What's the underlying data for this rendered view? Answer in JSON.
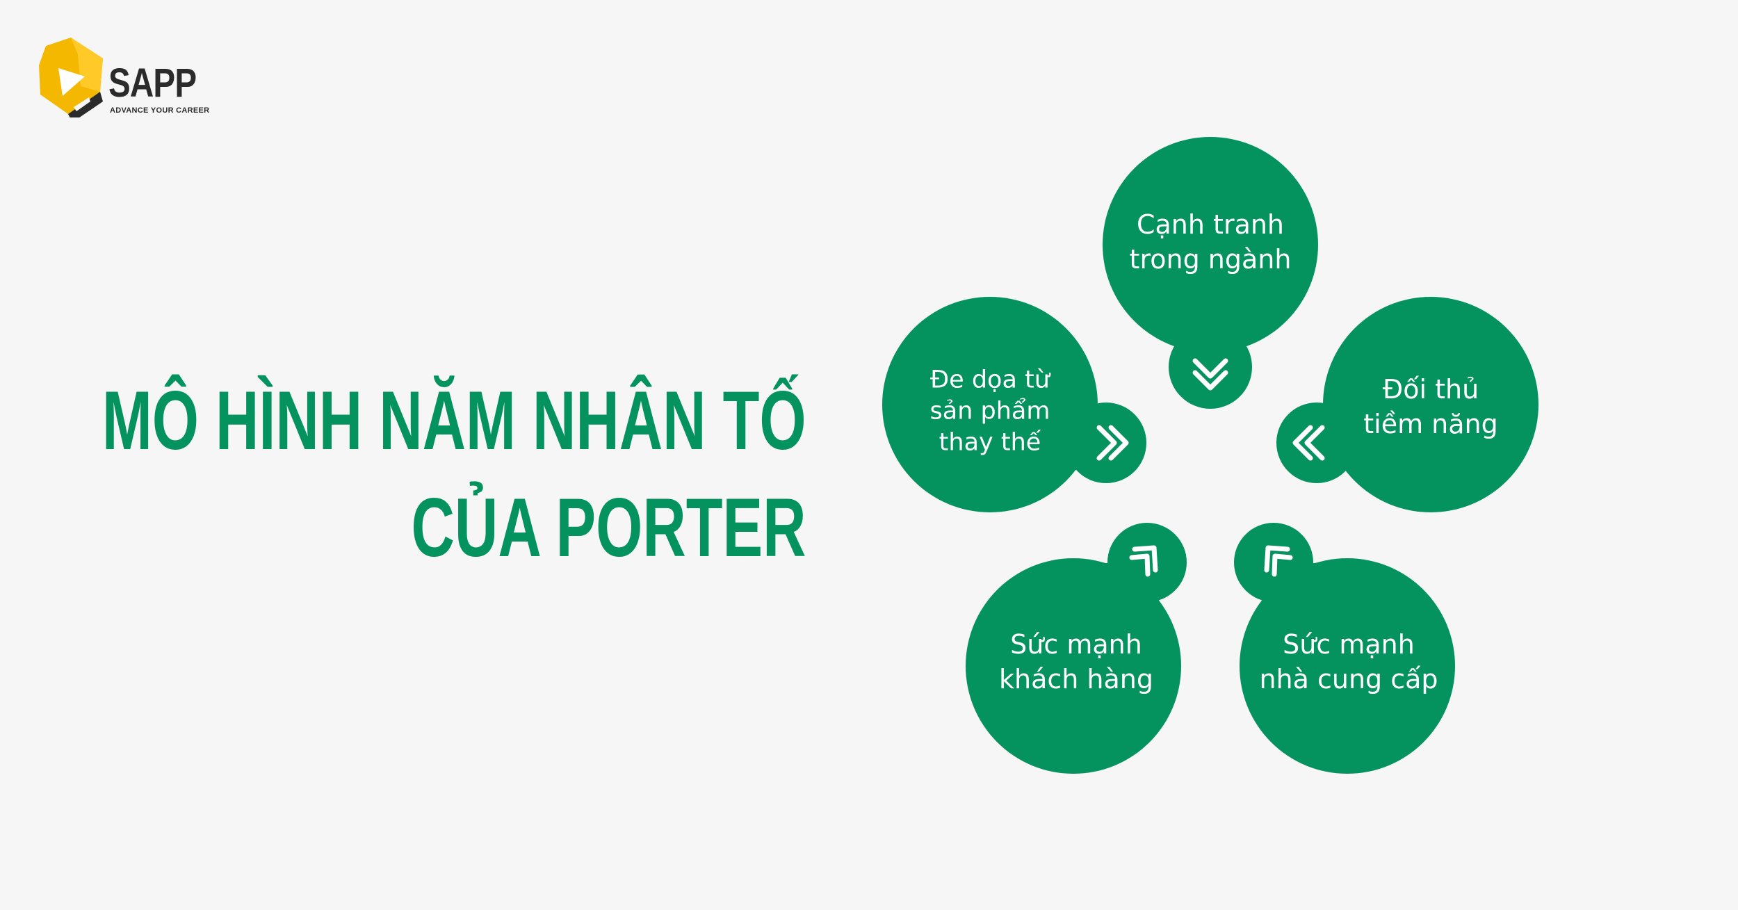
{
  "logo": {
    "name": "SAPP",
    "tagline": "ADVANCE YOUR CAREER",
    "colors": {
      "yellow": "#f5b800",
      "dark": "#2b2b2b"
    }
  },
  "title": {
    "line1": "MÔ HÌNH NĂM NHÂN TỐ",
    "line2": "CỦA PORTER"
  },
  "colors": {
    "accent": "#04935f",
    "background": "#f6f6f6",
    "label": "#ffffff"
  },
  "forces": [
    {
      "id": "rivalry",
      "label": "Cạnh tranh\ntrong ngành",
      "arrow": "chevron-down-icon"
    },
    {
      "id": "new-entrants",
      "label": "Đối thủ\ntiềm năng",
      "arrow": "chevron-left-icon"
    },
    {
      "id": "substitutes",
      "label": "Đe dọa từ\nsản phẩm\nthay thế",
      "arrow": "chevron-right-icon"
    },
    {
      "id": "buyers",
      "label": "Sức mạnh\nkhách hàng",
      "arrow": "chevron-up-right-icon"
    },
    {
      "id": "suppliers",
      "label": "Sức mạnh\nnhà cung cấp",
      "arrow": "chevron-up-left-icon"
    }
  ]
}
